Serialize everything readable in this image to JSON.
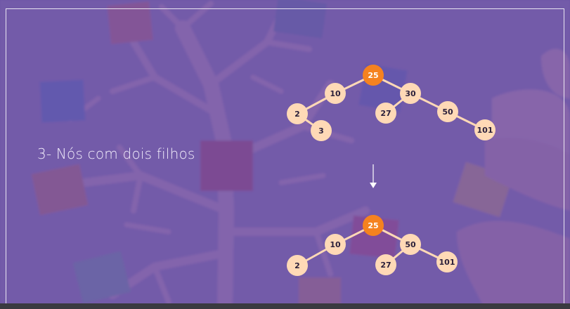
{
  "slide": {
    "title": "3- Nós com dois filhos"
  },
  "colors": {
    "overlay": "#6a4ea8",
    "node_fill": "#ffd9b6",
    "node_text": "#2a1f3a",
    "root_fill": "#f5821f",
    "root_text": "#ffffff",
    "edge": "#ffd9b6",
    "arrow": "#ffffff"
  },
  "tree_before": {
    "nodes": [
      {
        "id": "n25",
        "label": "25",
        "root": true
      },
      {
        "id": "n10",
        "label": "10"
      },
      {
        "id": "n30",
        "label": "30"
      },
      {
        "id": "n2",
        "label": "2"
      },
      {
        "id": "n3",
        "label": "3"
      },
      {
        "id": "n27",
        "label": "27"
      },
      {
        "id": "n50",
        "label": "50"
      },
      {
        "id": "n101",
        "label": "101"
      }
    ]
  },
  "tree_after": {
    "nodes": [
      {
        "id": "m25",
        "label": "25",
        "root": true
      },
      {
        "id": "m10",
        "label": "10"
      },
      {
        "id": "m50",
        "label": "50"
      },
      {
        "id": "m2",
        "label": "2"
      },
      {
        "id": "m27",
        "label": "27"
      },
      {
        "id": "m101",
        "label": "101"
      }
    ]
  }
}
